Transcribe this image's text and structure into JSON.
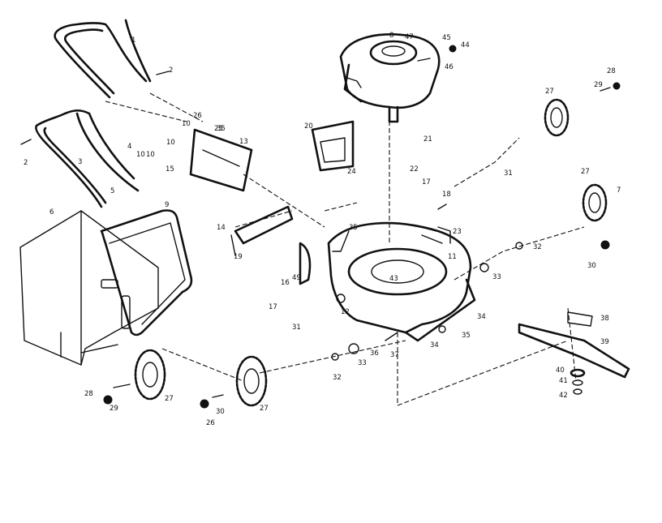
{
  "diagram": {
    "callouts": [
      "1",
      "2",
      "2",
      "3",
      "4",
      "5",
      "6",
      "7",
      "8",
      "9",
      "10",
      "10",
      "10",
      "10",
      "11",
      "12",
      "13",
      "14",
      "15",
      "16",
      "17",
      "17",
      "18",
      "19",
      "20",
      "21",
      "22",
      "23",
      "24",
      "25",
      "26",
      "26",
      "27",
      "27",
      "27",
      "27",
      "28",
      "28",
      "29",
      "29",
      "30",
      "30",
      "31",
      "31",
      "32",
      "32",
      "33",
      "33",
      "34",
      "34",
      "35",
      "35",
      "35",
      "36",
      "37",
      "38",
      "39",
      "40",
      "41",
      "42",
      "43",
      "44",
      "45",
      "46",
      "47",
      "49"
    ]
  }
}
